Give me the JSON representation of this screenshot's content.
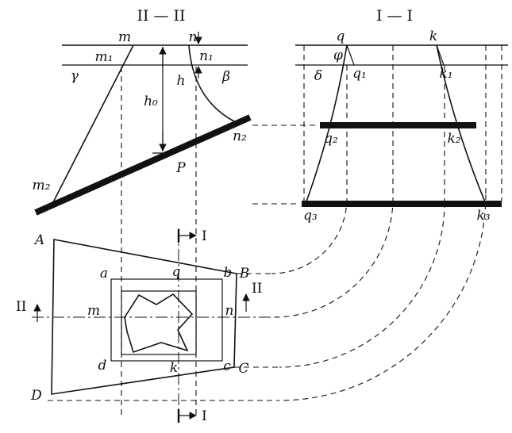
{
  "colors": {
    "ink": "#111111",
    "background": "#ffffff"
  },
  "titles": {
    "section_ii": "II — II",
    "section_i": "I — I"
  },
  "s2": {
    "m": "m",
    "n": "n",
    "m1": "m₁",
    "n1": "n₁",
    "gamma": "γ",
    "beta": "β",
    "h": "h",
    "h0": "h₀",
    "m2": "m₂",
    "n2": "n₂",
    "p": "P"
  },
  "s1": {
    "q": "q",
    "k": "k",
    "phi": "φ",
    "delta": "δ",
    "q1": "q₁",
    "k1": "k₁",
    "q2": "q₂",
    "k2": "k₂",
    "q3": "q₃",
    "k3": "k₃"
  },
  "plan": {
    "A": "A",
    "B": "B",
    "C": "C",
    "D": "D",
    "a": "a",
    "b": "b",
    "c": "c",
    "d": "d",
    "q": "q",
    "k": "k",
    "m": "m",
    "n": "n"
  },
  "marks": {
    "i": "I",
    "ii": "II"
  }
}
